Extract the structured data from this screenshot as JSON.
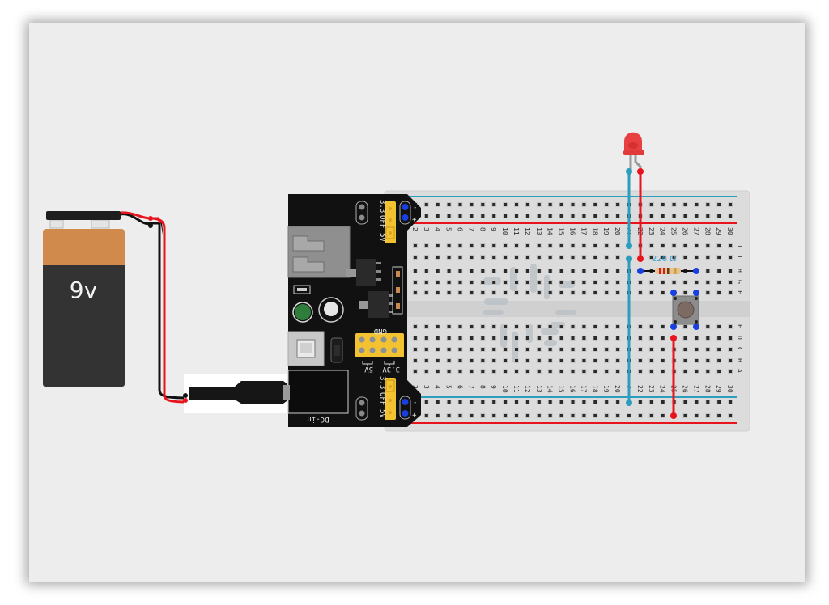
{
  "scene": {
    "type": "breadboard-circuit",
    "description": "9V battery powering a breadboard power module; LED, 220 ohm resistor and push button on a half-size breadboard"
  },
  "battery": {
    "label": "9v",
    "colors": {
      "top": "#d08a4c",
      "body": "#333333",
      "cap": "#1e1e1e"
    }
  },
  "power_module": {
    "top_jumper_labels": [
      "3.3",
      "OFF",
      "5V"
    ],
    "bottom_jumper_labels": [
      "3.3",
      "OFF",
      "5V"
    ],
    "header_label_gnd": "GND",
    "header_label_5v": "5V",
    "header_label_3v3": "3.3V",
    "dc_label": "DC-in",
    "rail_minus": "-",
    "rail_plus": "+",
    "colors": {
      "pcb": "#111111",
      "jumper": "#f2c230",
      "led": "#2f7d3b",
      "pin_blue": "#1a3fe0"
    }
  },
  "breadboard": {
    "columns": 30,
    "rows_top": [
      "J",
      "I",
      "H",
      "G",
      "F"
    ],
    "rows_bottom": [
      "E",
      "D",
      "C",
      "B",
      "A"
    ],
    "rail_colors": {
      "negative": "#2b9dbd",
      "positive": "#e8141c"
    }
  },
  "components": {
    "led": {
      "color": "red",
      "anode_column": 22,
      "cathode_column": 21
    },
    "resistor": {
      "label": "220 Ω",
      "row": "H",
      "from_column": 22,
      "to_column": 27
    },
    "button": {
      "columns": [
        25,
        27
      ],
      "rows": [
        "F",
        "E"
      ]
    }
  },
  "wires": [
    {
      "name": "led-cathode-wire",
      "color": "#2b9dbd",
      "from": "LED cathode",
      "to": "J21"
    },
    {
      "name": "led-anode-wire",
      "color": "#e8141c",
      "from": "LED anode",
      "to": "I22"
    },
    {
      "name": "gnd-rail-wire",
      "color": "#2b9dbd",
      "from": "I21",
      "to": "bottom negative rail col 21"
    },
    {
      "name": "button-vcc-wire",
      "color": "#e8141c",
      "from": "D25",
      "to": "bottom positive rail col 25"
    },
    {
      "name": "battery-red-wire",
      "color": "#e8141c",
      "from": "battery +",
      "to": "DC barrel plug"
    },
    {
      "name": "battery-black-wire",
      "color": "#111111",
      "from": "battery -",
      "to": "DC barrel plug"
    }
  ]
}
